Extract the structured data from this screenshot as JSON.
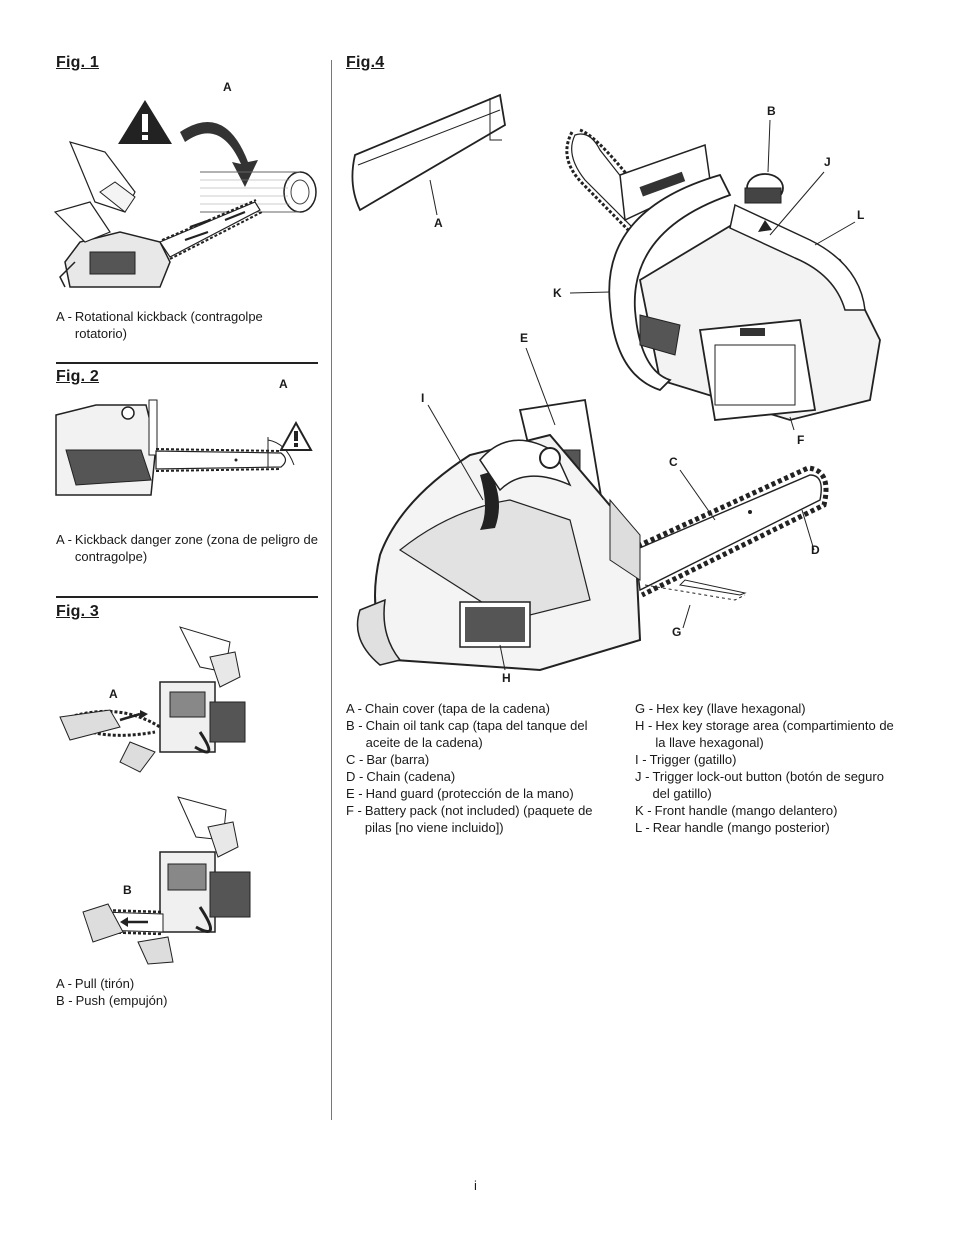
{
  "fig1": {
    "title": "Fig. 1",
    "callout_a": "A",
    "legend": [
      {
        "key": "A -",
        "text": "Rotational kickback (contragolpe rotatorio)"
      }
    ]
  },
  "fig2": {
    "title": "Fig. 2",
    "callout_a": "A",
    "legend": [
      {
        "key": "A -",
        "text": "Kickback danger zone (zona de peligro de contragolpe)"
      }
    ]
  },
  "fig3": {
    "title": "Fig. 3",
    "callout_a": "A",
    "callout_b": "B",
    "legend": [
      {
        "key": "A -",
        "text": "Pull (tirón)"
      },
      {
        "key": "B -",
        "text": "Push (empujón)"
      }
    ]
  },
  "fig4": {
    "title": "Fig.4",
    "callouts": {
      "A": "A",
      "B": "B",
      "C": "C",
      "D": "D",
      "E": "E",
      "F": "F",
      "G": "G",
      "H": "H",
      "I": "I",
      "J": "J",
      "K": "K",
      "L": "L"
    },
    "legend_left": [
      {
        "key": "A -",
        "text": "Chain cover (tapa de la cadena)"
      },
      {
        "key": "B -",
        "text": "Chain oil tank cap (tapa del tanque del aceite de la cadena)"
      },
      {
        "key": "C -",
        "text": "Bar (barra)"
      },
      {
        "key": "D -",
        "text": "Chain (cadena)"
      },
      {
        "key": "E -",
        "text": "Hand guard (protección de la mano)"
      },
      {
        "key": "F -",
        "text": "Battery pack (not included) (paquete de pilas [no viene incluido])"
      }
    ],
    "legend_right": [
      {
        "key": "G -",
        "text": "Hex key (llave hexagonal)"
      },
      {
        "key": "H -",
        "text": "Hex key storage area (compartimiento de la llave hexagonal)"
      },
      {
        "key": "I -",
        "text": "Trigger (gatillo)"
      },
      {
        "key": "J -",
        "text": "Trigger lock-out button (botón de seguro del gatillo)"
      },
      {
        "key": "K -",
        "text": "Front handle (mango delantero)"
      },
      {
        "key": "L -",
        "text": "Rear handle (mango posterior)"
      }
    ]
  },
  "page_number": "i"
}
